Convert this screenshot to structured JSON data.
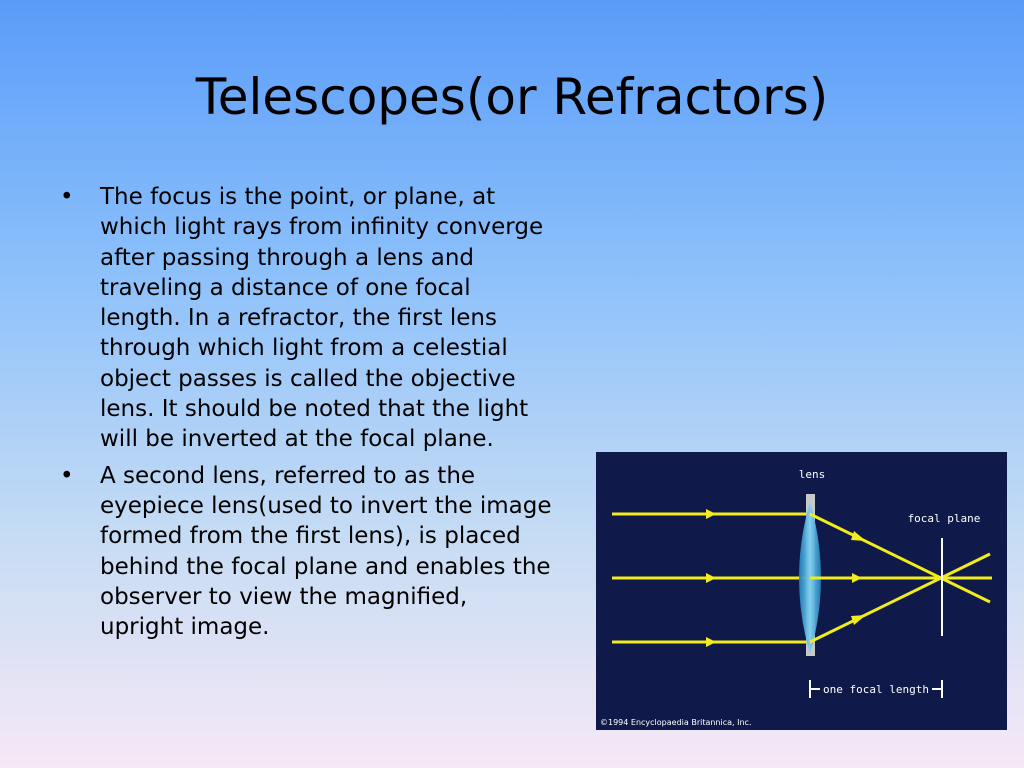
{
  "slide": {
    "title": "Telescopes(or Refractors)",
    "bullet_glyph": "•",
    "bullets": [
      {
        "lines": [
          "The focus is the point, or plane, at",
          "which light rays from infinity converge",
          "after passing through a lens and",
          "traveling a distance of one focal",
          "length. In a refractor, the first lens",
          "through which light from a celestial",
          "object passes is called the objective",
          "lens. It should be noted that the light",
          "will be inverted at the focal plane."
        ]
      },
      {
        "lines": [
          "A second lens, referred to as the",
          "eyepiece lens(used to invert the image",
          "formed from the first lens), is placed",
          "behind the focal plane and enables the",
          "observer to view the magnified,",
          "upright image."
        ]
      }
    ]
  },
  "figure": {
    "lens_label": "lens",
    "focal_plane_label": "focal plane",
    "focal_length_label": "one focal length",
    "credit": "©1994 Encyclopaedia Britannica, Inc.",
    "colors": {
      "background": "#0f1a4a",
      "ray": "#f2ec1c",
      "lens": "#3aa6d8",
      "plane": "#ffffff"
    }
  }
}
